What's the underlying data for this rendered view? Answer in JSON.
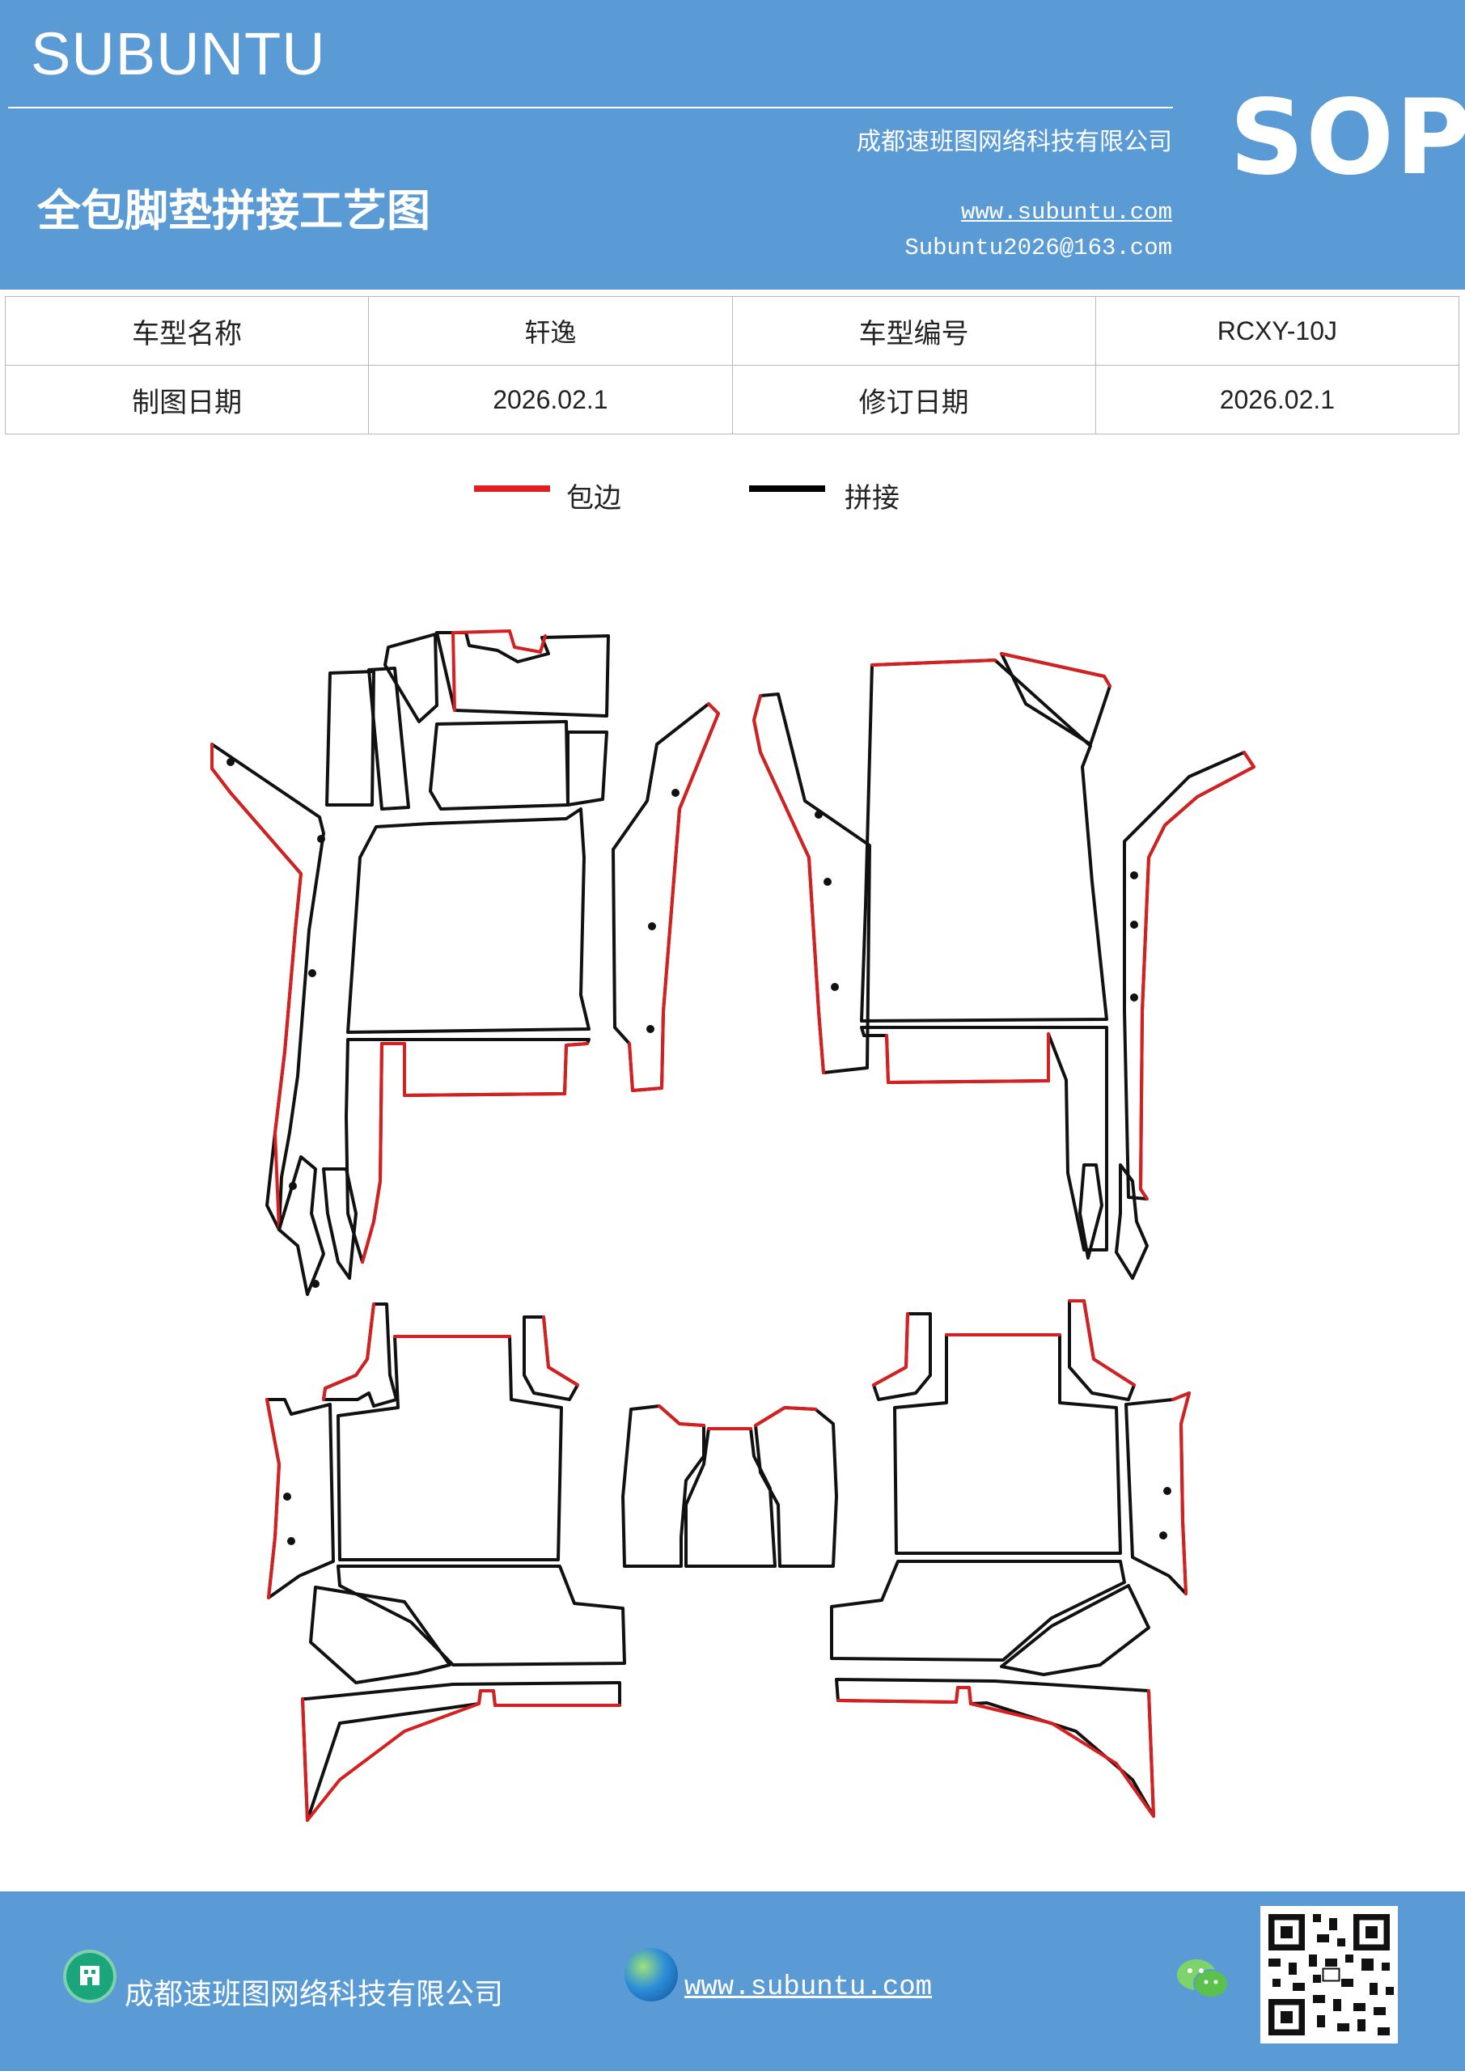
{
  "header": {
    "brand": "SUBUNTU",
    "company": "成都速班图网络科技有限公司",
    "title": "全包脚垫拼接工艺图",
    "website": "www.subuntu.com",
    "email": "Subuntu2026@163.com",
    "badge": "SOP"
  },
  "info_table": {
    "rows": [
      [
        {
          "label": "车型名称"
        },
        {
          "value": "轩逸"
        },
        {
          "label": "车型编号"
        },
        {
          "value": "RCXY-10J"
        }
      ],
      [
        {
          "label": "制图日期"
        },
        {
          "value": "2026.02.1"
        },
        {
          "label": "修订日期"
        },
        {
          "value": "2026.02.1"
        }
      ]
    ]
  },
  "legend": [
    {
      "label": "包边",
      "color": "#e02020"
    },
    {
      "label": "拼接",
      "color": "#000000"
    }
  ],
  "colors": {
    "brand_blue": "#5b9bd5",
    "edge_red": "#d42020",
    "seam_black": "#111111"
  },
  "footer": {
    "company": "成都速班图网络科技有限公司",
    "website": "www.subuntu.com",
    "icons": [
      "building-icon",
      "globe-icon",
      "wechat-icon",
      "qr-code"
    ]
  }
}
